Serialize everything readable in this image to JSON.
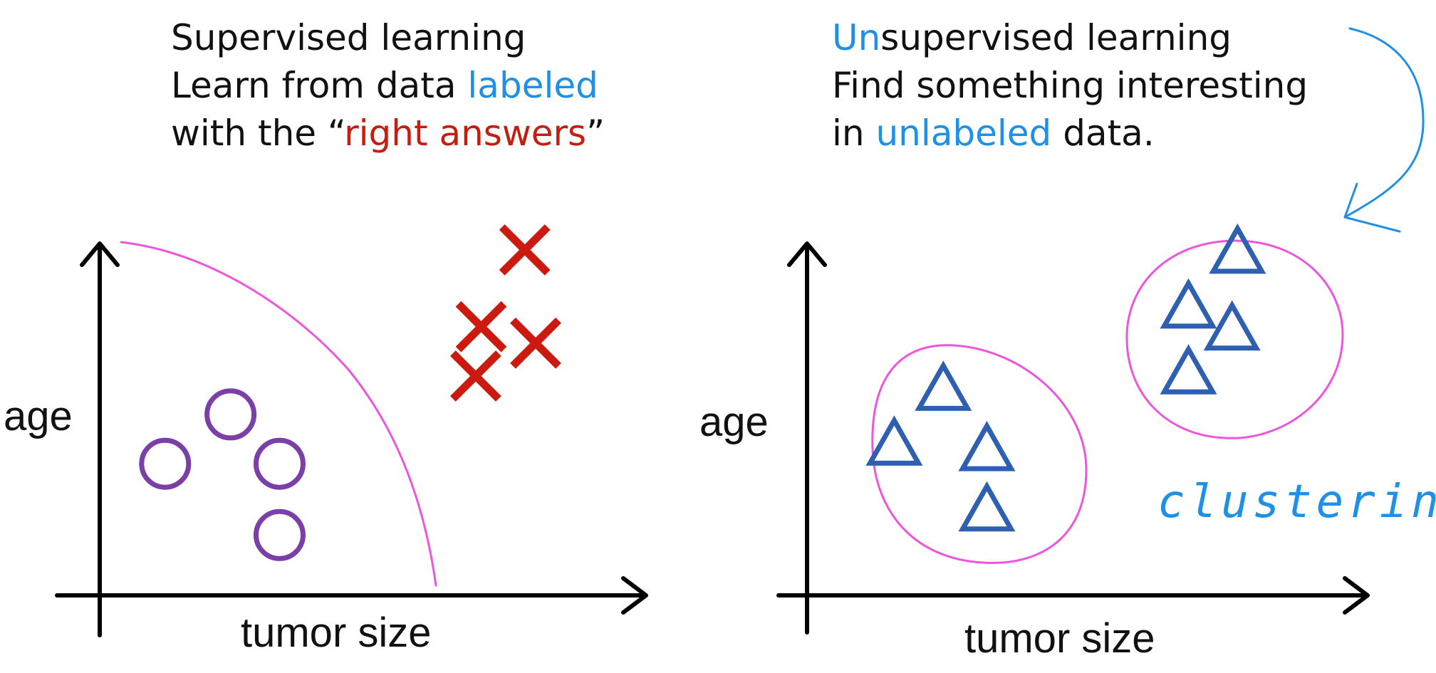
{
  "supervised": {
    "title": "Supervised learning",
    "line2_prefix": "Learn from data ",
    "line2_highlight": "labeled",
    "line3_prefix": "with the “",
    "line3_highlight": "right answers",
    "line3_suffix": "”"
  },
  "unsupervised": {
    "title_highlight": "Un",
    "title_rest": "supervised learning",
    "line2": "Find something interesting",
    "line3_prefix": "in ",
    "line3_highlight": "unlabeled",
    "line3_suffix": " data."
  },
  "left_plot": {
    "ylabel": "age",
    "xlabel": "tumor size",
    "circles": [
      {
        "x": 1.2,
        "y": 2.4
      },
      {
        "x": 2.4,
        "y": 3.3
      },
      {
        "x": 3.3,
        "y": 2.4
      },
      {
        "x": 3.3,
        "y": 1.1
      }
    ],
    "crosses": [
      {
        "x": 7.8,
        "y": 6.3
      },
      {
        "x": 7.0,
        "y": 4.9
      },
      {
        "x": 6.9,
        "y": 4.0
      },
      {
        "x": 8.0,
        "y": 4.6
      }
    ],
    "colors": {
      "circle": "#7b3fa8",
      "cross": "#cc1a10",
      "boundary": "#ee55dd",
      "axis": "#000000"
    }
  },
  "right_plot": {
    "ylabel": "age",
    "xlabel": "tumor size",
    "annotation": "clustering",
    "clusters": [
      {
        "points": [
          {
            "x": 2.5,
            "y": 3.8
          },
          {
            "x": 1.6,
            "y": 2.8
          },
          {
            "x": 3.3,
            "y": 2.7
          },
          {
            "x": 3.3,
            "y": 1.6
          }
        ]
      },
      {
        "points": [
          {
            "x": 7.9,
            "y": 6.3
          },
          {
            "x": 7.0,
            "y": 5.3
          },
          {
            "x": 7.8,
            "y": 4.9
          },
          {
            "x": 7.0,
            "y": 4.1
          }
        ]
      }
    ],
    "colors": {
      "triangle": "#2f5fb0",
      "cluster_outline": "#ee55dd",
      "annotation": "#1e90e6",
      "axis": "#000000"
    }
  }
}
